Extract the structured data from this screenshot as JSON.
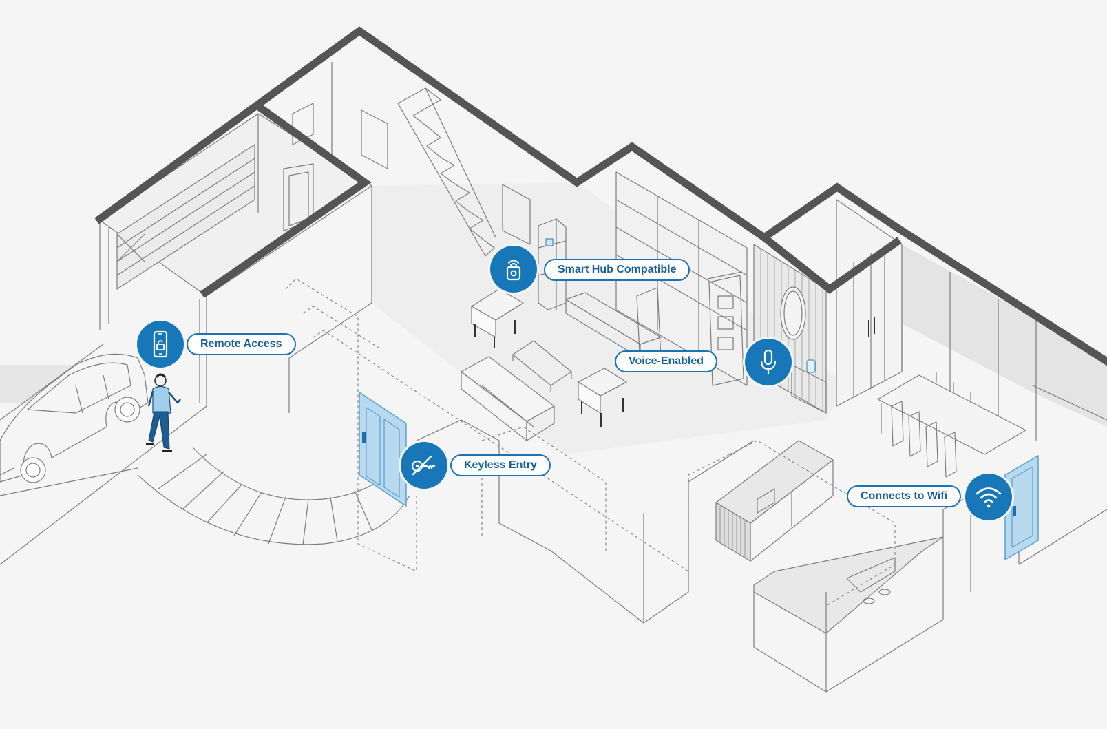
{
  "colors": {
    "accent": "#1877b8",
    "label_text": "#155f9a",
    "wall_dark": "#555555",
    "line": "#7d7d7d",
    "door_fill": "#b9d9ee",
    "background": "#f5f5f5"
  },
  "features": {
    "smart_hub": {
      "label": "Smart Hub Compatible",
      "icon": "smart-lock-icon"
    },
    "remote_access": {
      "label": "Remote Access",
      "icon": "smartphone-lock-icon"
    },
    "voice_enabled": {
      "label": "Voice-Enabled",
      "icon": "microphone-icon"
    },
    "keyless_entry": {
      "label": "Keyless Entry",
      "icon": "crossed-key-icon"
    },
    "wifi": {
      "label": "Connects to Wifi",
      "icon": "wifi-icon"
    }
  }
}
